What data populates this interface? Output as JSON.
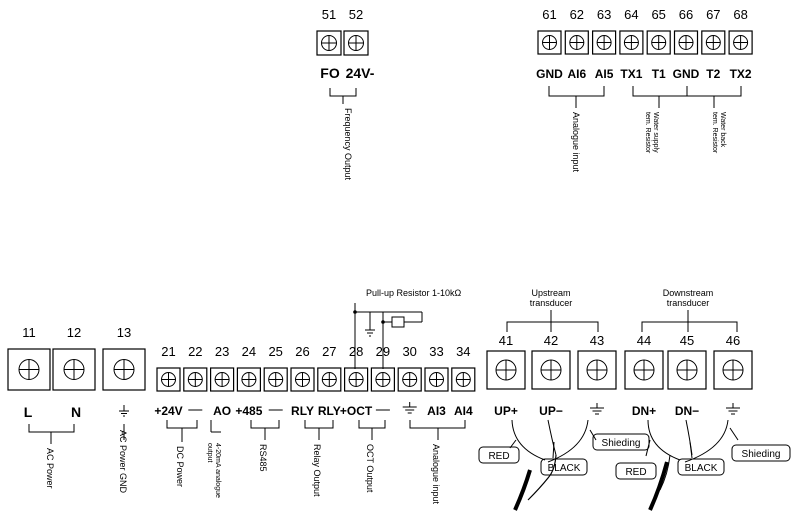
{
  "top_left": {
    "terminals": [
      {
        "num": "51",
        "label": "FO"
      },
      {
        "num": "52",
        "label": "24V-"
      }
    ],
    "caption": "Frequency Output"
  },
  "top_right": {
    "terminals": [
      {
        "num": "61",
        "label": "GND"
      },
      {
        "num": "62",
        "label": "AI6"
      },
      {
        "num": "63",
        "label": "AI5"
      },
      {
        "num": "64",
        "label": "TX1"
      },
      {
        "num": "65",
        "label": "T1"
      },
      {
        "num": "66",
        "label": "GND"
      },
      {
        "num": "67",
        "label": "T2"
      },
      {
        "num": "68",
        "label": "TX2"
      }
    ],
    "captions": {
      "analogue": "Analogue input",
      "supply": [
        "Water supply",
        "tem. Resistor"
      ],
      "back": [
        "Water back",
        "tem. Resistor"
      ]
    }
  },
  "bottom": {
    "power": [
      {
        "num": "11",
        "label": "L"
      },
      {
        "num": "12",
        "label": "N"
      },
      {
        "num": "13",
        "label": "⏚"
      }
    ],
    "small": [
      {
        "num": "21",
        "label": "+24V"
      },
      {
        "num": "22",
        "label": "−"
      },
      {
        "num": "23",
        "label": "AO"
      },
      {
        "num": "24",
        "label": "+485"
      },
      {
        "num": "25",
        "label": "−"
      },
      {
        "num": "26",
        "label": "RLY"
      },
      {
        "num": "27",
        "label": "RLY"
      },
      {
        "num": "28",
        "label": "+OCT"
      },
      {
        "num": "29",
        "label": "−"
      },
      {
        "num": "30",
        "label": "⏚"
      },
      {
        "num": "33",
        "label": "AI3"
      },
      {
        "num": "34",
        "label": "AI4"
      }
    ],
    "captions": {
      "ac_power": "AC Power",
      "ac_gnd": "AC Power GND",
      "dc_power": "DC Power",
      "ao": [
        "4-20mA analogue",
        "output"
      ],
      "rs485": "RS485",
      "relay": "Relay Output",
      "oct": "OCT Output",
      "analogue": "Analogue input"
    },
    "pullup": "Pull-up Resistor 1-10kΩ"
  },
  "transducers": {
    "upstream": {
      "title": [
        "Upstream",
        "transducer"
      ],
      "terminals": [
        {
          "num": "41",
          "label": "UP+"
        },
        {
          "num": "42",
          "label": "UP−"
        },
        {
          "num": "43",
          "label": "⏚"
        }
      ]
    },
    "downstream": {
      "title": [
        "Downstream",
        "transducer"
      ],
      "terminals": [
        {
          "num": "44",
          "label": "DN+"
        },
        {
          "num": "45",
          "label": "DN−"
        },
        {
          "num": "46",
          "label": "⏚"
        }
      ]
    },
    "tags": {
      "red": "RED",
      "black": "BLACK",
      "shielding": "Shieding"
    }
  }
}
